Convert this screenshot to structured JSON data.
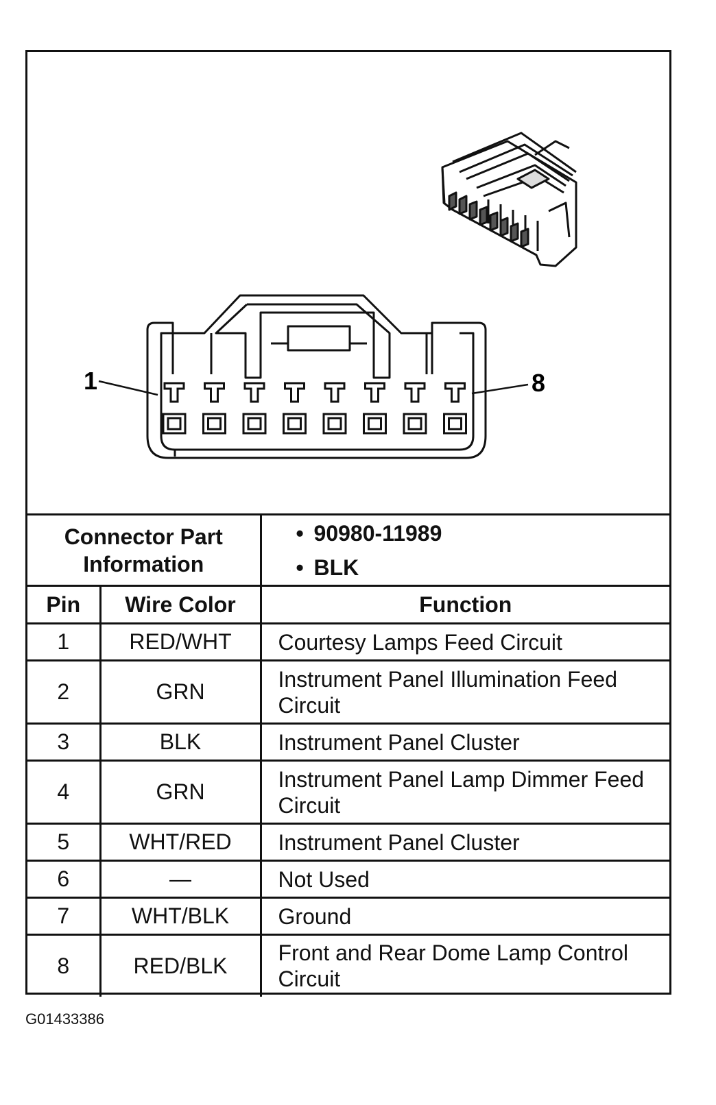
{
  "diagram": {
    "pin_label_left": "1",
    "pin_label_right": "8"
  },
  "connector_part": {
    "label_line1": "Connector Part",
    "label_line2": "Information",
    "values": [
      "90980-11989",
      "BLK"
    ]
  },
  "table": {
    "headers": [
      "Pin",
      "Wire Color",
      "Function"
    ],
    "rows": [
      {
        "pin": "1",
        "wire_color": "RED/WHT",
        "function": "Courtesy Lamps Feed Circuit"
      },
      {
        "pin": "2",
        "wire_color": "GRN",
        "function": "Instrument Panel Illumination Feed Circuit"
      },
      {
        "pin": "3",
        "wire_color": "BLK",
        "function": "Instrument Panel Cluster"
      },
      {
        "pin": "4",
        "wire_color": "GRN",
        "function": "Instrument Panel Lamp Dimmer Feed Circuit"
      },
      {
        "pin": "5",
        "wire_color": "WHT/RED",
        "function": "Instrument Panel Cluster"
      },
      {
        "pin": "6",
        "wire_color": "—",
        "function": "Not Used"
      },
      {
        "pin": "7",
        "wire_color": "WHT/BLK",
        "function": "Ground"
      },
      {
        "pin": "8",
        "wire_color": "RED/BLK",
        "function": "Front and Rear Dome Lamp Control Circuit"
      }
    ]
  },
  "caption": "G01433386"
}
